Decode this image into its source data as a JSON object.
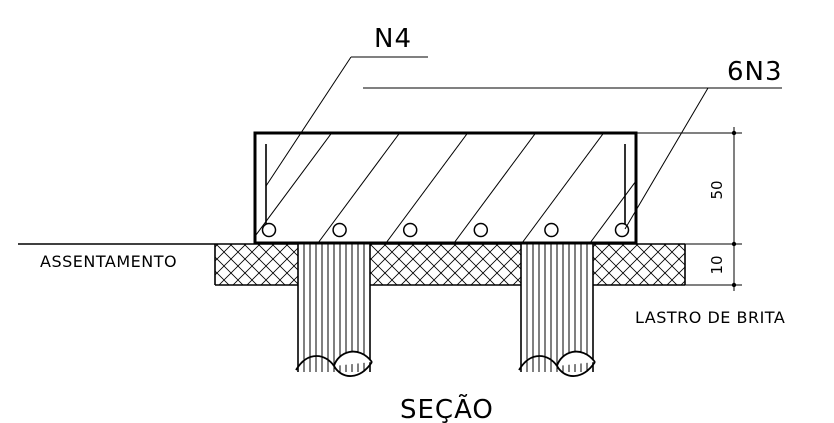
{
  "labels": {
    "n4": "N4",
    "n3": "6N3",
    "assentamento": "ASSENTAMENTO",
    "lastro": "LASTRO DE BRITA",
    "secao": "SEÇÃO",
    "dim_top": "50",
    "dim_bottom": "10"
  },
  "bars": {
    "count": 6
  },
  "piles": {
    "count": 2
  },
  "colors": {
    "line": "#000000",
    "background": "#ffffff"
  }
}
